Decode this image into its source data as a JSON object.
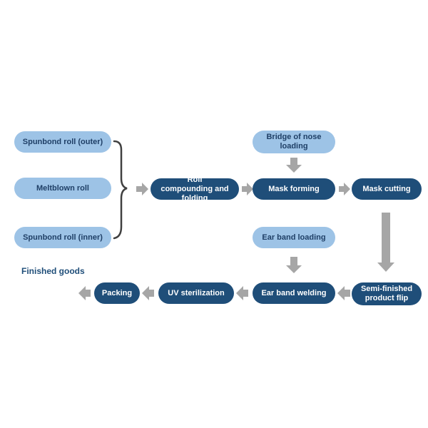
{
  "nodes": {
    "spunbond_outer": "Spunbond roll  (outer)",
    "meltblown": "Meltblown roll",
    "spunbond_inner": "Spunbond roll (inner)",
    "roll_compounding": "Roll compounding and folding",
    "nose_bridge": "Bridge of  nose loading",
    "mask_forming": "Mask forming",
    "mask_cutting": "Mask cutting",
    "ear_band_loading": "Ear band loading",
    "semi_finished": "Semi-finished product flip",
    "ear_band_welding": "Ear band welding",
    "uv_sterilization": "UV sterilization",
    "packing": "Packing"
  },
  "finished_goods": "Finished goods",
  "colors": {
    "light_node": "#9dc3e6",
    "dark_node": "#1f4e79",
    "arrow": "#a6a6a6",
    "brace": "#404040"
  }
}
